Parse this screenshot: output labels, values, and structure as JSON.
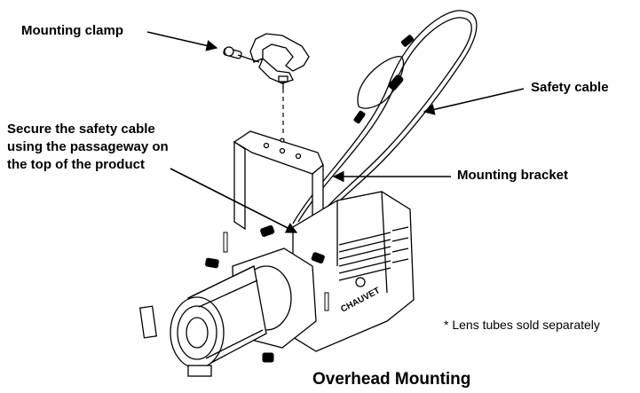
{
  "labels": {
    "mounting_clamp": "Mounting clamp",
    "safety_cable": "Safety cable",
    "secure_note": [
      "Secure the safety cable",
      "using the passageway on",
      "the top of the product"
    ],
    "mounting_bracket": "Mounting bracket",
    "lens_note": "* Lens tubes sold separately"
  },
  "title": "Overhead Mounting",
  "brand_mark": "CHAUVET",
  "icons": [
    "mounting-clamp",
    "safety-cable",
    "mounting-bracket",
    "ellipsoidal-fixture",
    "lens-tube"
  ]
}
